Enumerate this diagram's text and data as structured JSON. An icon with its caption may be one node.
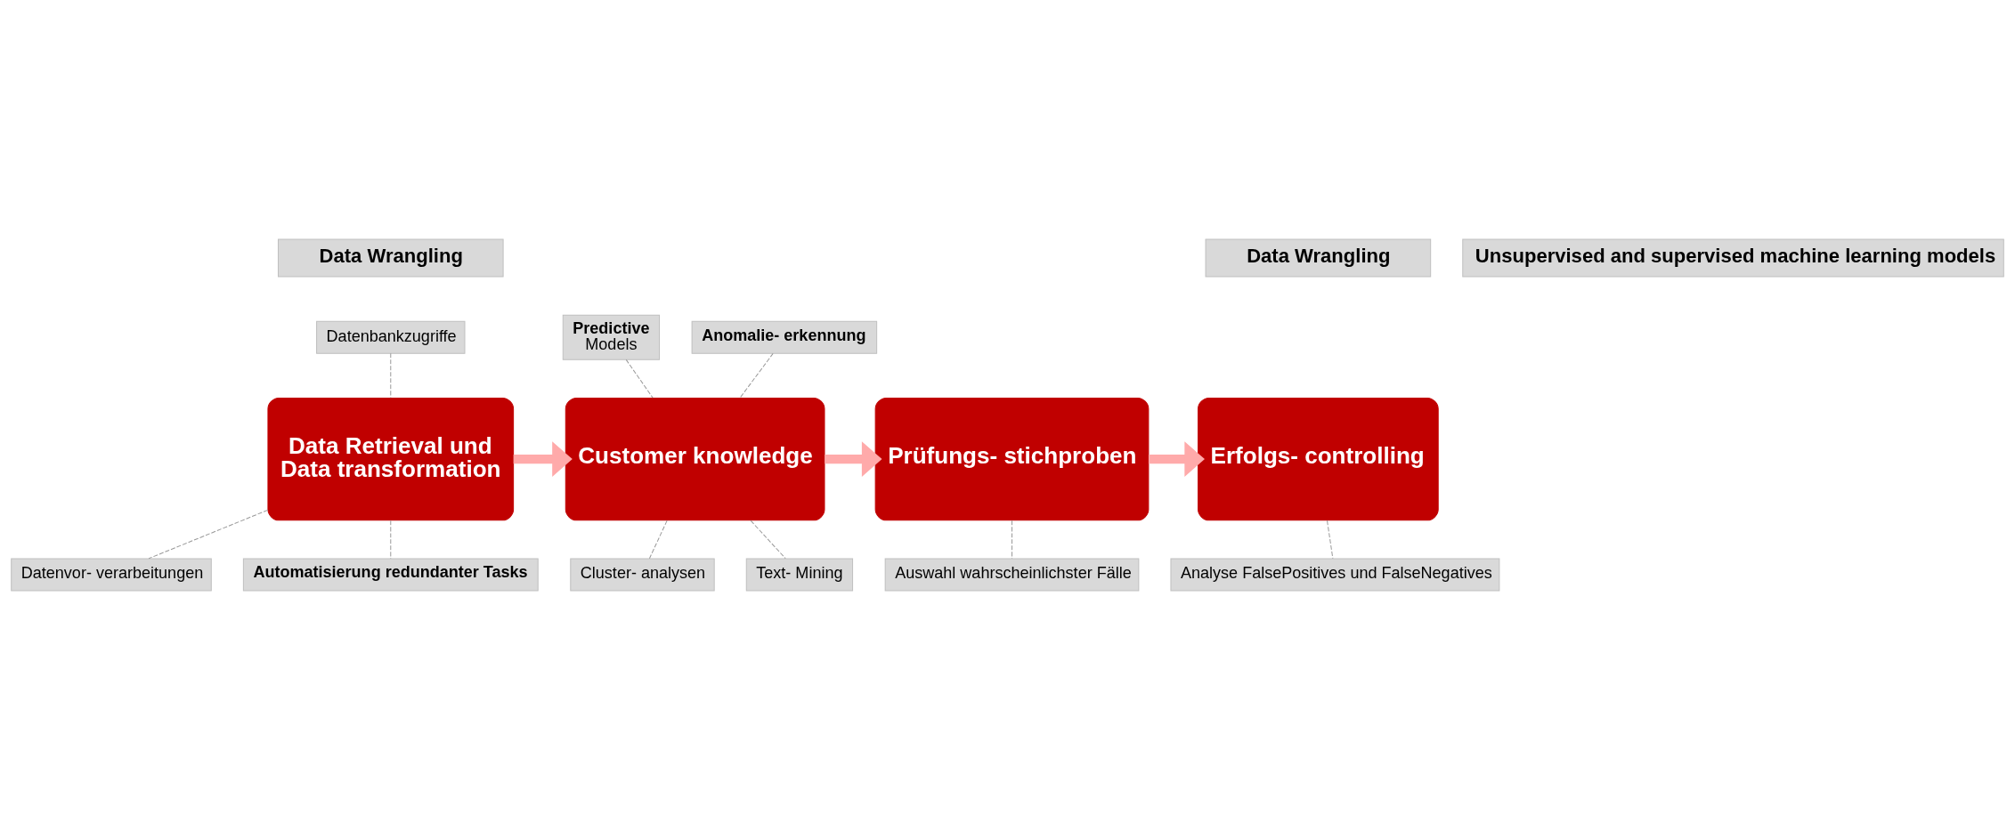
{
  "diagram": {
    "nodes": [
      {
        "text": [
          "Data Wrangling"
        ]
      },
      {
        "text": [
          "Unsupervised and supervised machine learning models"
        ]
      },
      {
        "text": [
          "Data Wrangling"
        ]
      },
      {
        "text": [
          "Datenbankzugriffe"
        ]
      },
      {
        "text": [
          "Data Retrieval und",
          "Data transformation"
        ]
      },
      {
        "text": [
          "Predictive",
          "Models"
        ]
      },
      {
        "text": [
          "Anomalie- erkennung"
        ]
      },
      {
        "text": [
          "Customer knowledge"
        ]
      },
      {
        "text": [
          "Prüfungs- stichproben"
        ]
      },
      {
        "text": [
          "Erfolgs- controlling"
        ]
      },
      {
        "text": [
          "Datenvor- verarbeitungen"
        ]
      },
      {
        "text": [
          "Automatisierung redundanter Tasks"
        ]
      },
      {
        "text": [
          "Cluster- analysen"
        ]
      },
      {
        "text": [
          "Text- Mining"
        ]
      },
      {
        "text": [
          "Auswahl wahrscheinlichster Fälle"
        ]
      },
      {
        "text": [
          "Analyse FalsePositives und FalseNegatives"
        ]
      }
    ],
    "edges": [
      {
        "from": 3,
        "to": 4,
        "arrow": "none",
        "style": "dashed",
        "color": "#999999"
      },
      {
        "from": 10,
        "to": 4,
        "arrow": "none",
        "style": "dashed",
        "color": "#999999"
      },
      {
        "from": 11,
        "to": 4,
        "arrow": "none",
        "style": "dashed",
        "color": "#999999"
      },
      {
        "from": 5,
        "to": 7,
        "arrow": "none",
        "style": "dashed",
        "color": "#999999"
      },
      {
        "from": 6,
        "to": 7,
        "arrow": "none",
        "style": "dashed",
        "color": "#999999"
      },
      {
        "from": 12,
        "to": 7,
        "arrow": "none",
        "style": "dashed",
        "color": "#999999"
      },
      {
        "from": 13,
        "to": 7,
        "arrow": "none",
        "style": "dashed",
        "color": "#999999"
      },
      {
        "from": 14,
        "to": 8,
        "arrow": "none",
        "style": "dashed",
        "color": "#999999"
      },
      {
        "from": 15,
        "to": 9,
        "arrow": "none",
        "style": "dashed",
        "color": "#999999"
      },
      {
        "from": 4,
        "to": 7,
        "arrow": "to",
        "style": "thick",
        "color": "#ffaaaa"
      },
      {
        "from": 7,
        "to": 8,
        "arrow": "to",
        "style": "thick",
        "color": "#ffaaaa"
      },
      {
        "from": 8,
        "to": 9,
        "arrow": "to",
        "style": "thick",
        "color": "#ffaaaa"
      }
    ]
  }
}
